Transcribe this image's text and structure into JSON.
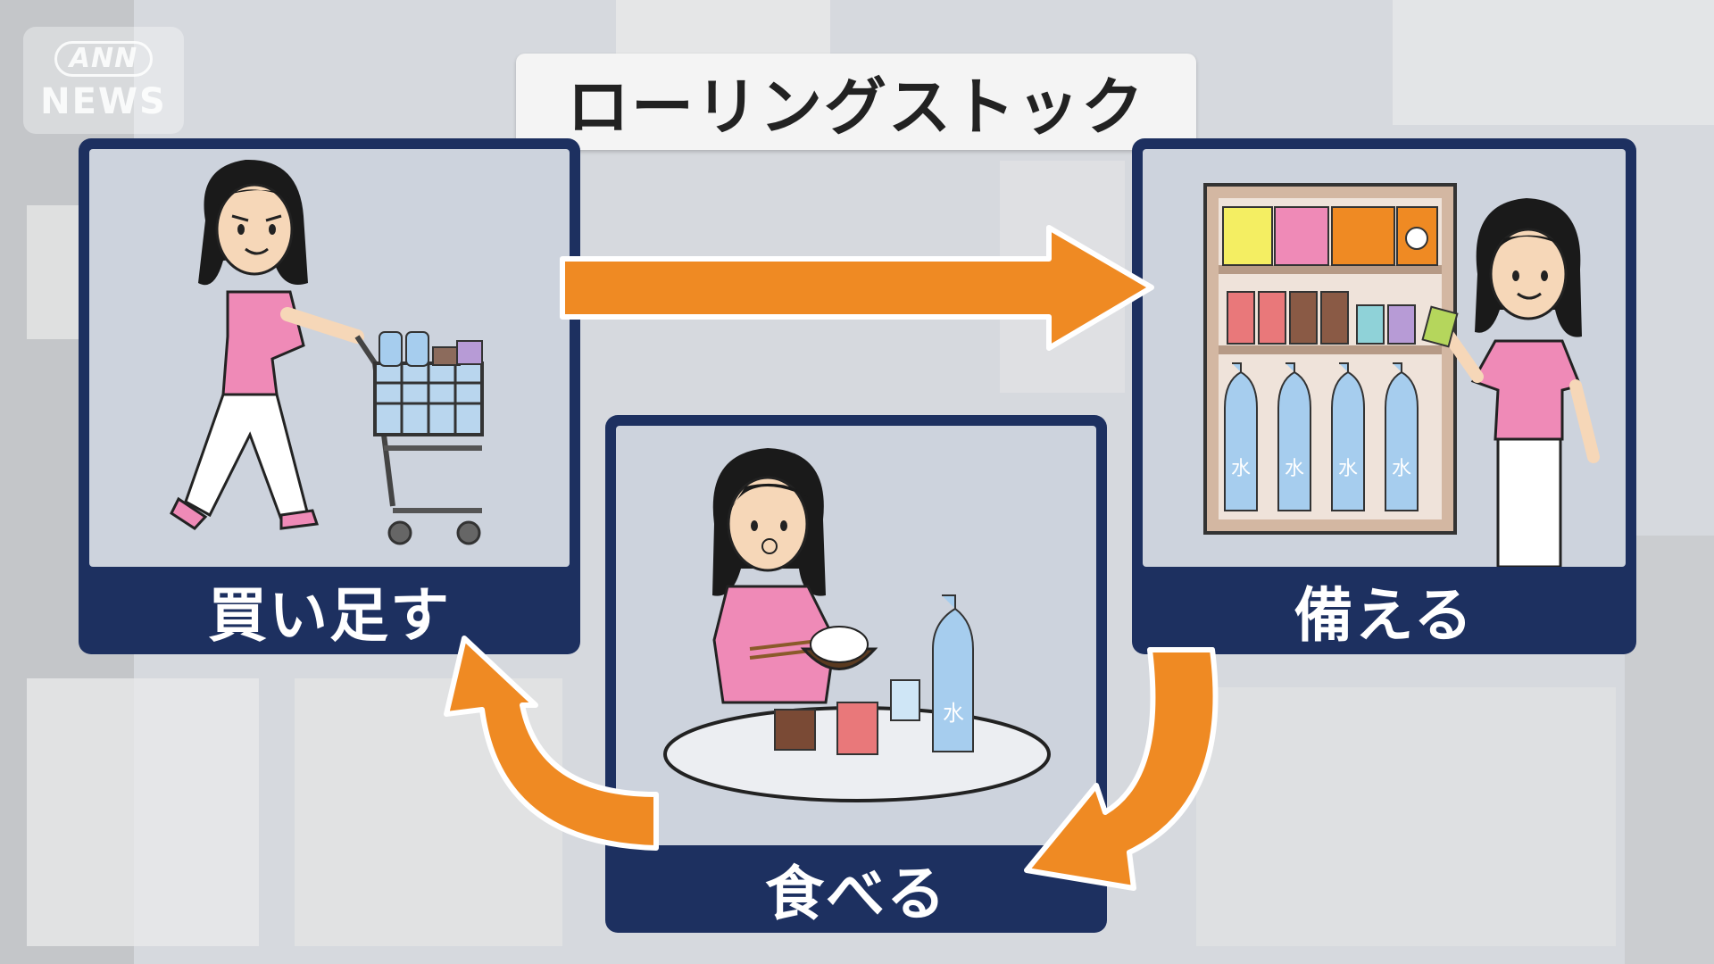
{
  "logo": {
    "line1": "ANN",
    "line2": "NEWS"
  },
  "title": "ローリングストック",
  "panels": {
    "buy": {
      "label": "買い足す"
    },
    "stock": {
      "label": "備える"
    },
    "eat": {
      "label": "食べる"
    }
  },
  "bottle_mark": "水",
  "colors": {
    "arrow": "#ef8a23",
    "panel": "#1d3060",
    "scene": "#cdd3dd",
    "shirt": "#ef8ab7"
  }
}
